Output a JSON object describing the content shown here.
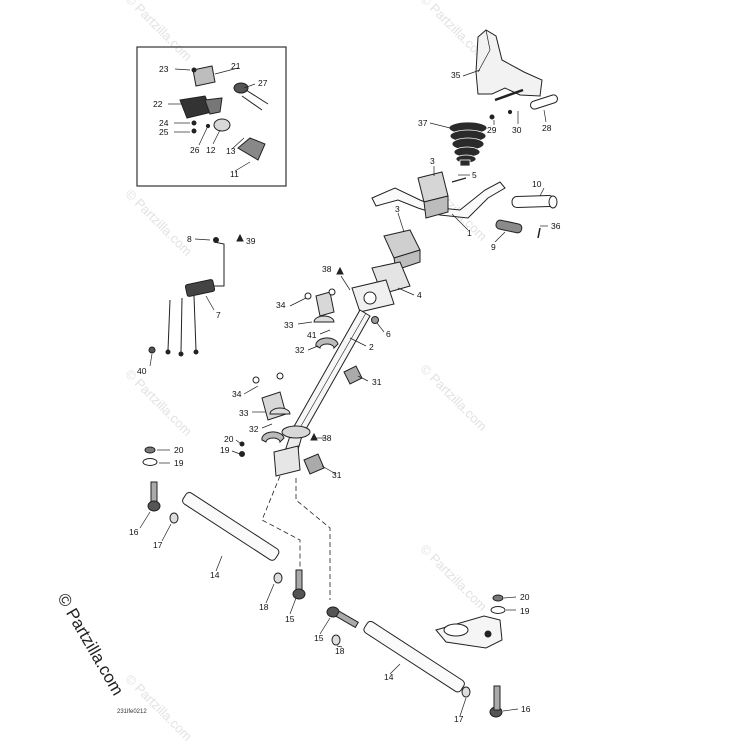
{
  "watermark": "© Partzilla.com",
  "copyright": "© Partzilla.com",
  "diagram_code": "231lfe0212",
  "callouts": {
    "c23": "23",
    "c21": "21",
    "c27": "27",
    "c22": "22",
    "c24": "24",
    "c25": "25",
    "c26": "26",
    "c12": "12",
    "c13": "13",
    "c11": "11",
    "c35": "35",
    "c29": "29",
    "c30": "30",
    "c28": "28",
    "c37": "37",
    "c3a": "3",
    "c5": "5",
    "c10": "10",
    "c3b": "3",
    "c1": "1",
    "c36": "36",
    "c9": "9",
    "c8": "8",
    "c39": "39",
    "c7": "7",
    "c40": "40",
    "c38a": "38",
    "c4": "4",
    "c34a": "34",
    "c33a": "33",
    "c41": "41",
    "c6": "6",
    "c32a": "32",
    "c2": "2",
    "c31a": "31",
    "c34b": "34",
    "c33b": "33",
    "c32b": "32",
    "c20a": "20",
    "c19a": "19",
    "c38b": "38",
    "c31b": "31",
    "c20b": "20",
    "c19b": "19",
    "c16a": "16",
    "c17a": "17",
    "c14a": "14",
    "c18a": "18",
    "c15a": "15",
    "c15b": "15",
    "c18b": "18",
    "c20c": "20",
    "c19c": "19",
    "c14b": "14",
    "c17b": "17",
    "c16b": "16"
  }
}
